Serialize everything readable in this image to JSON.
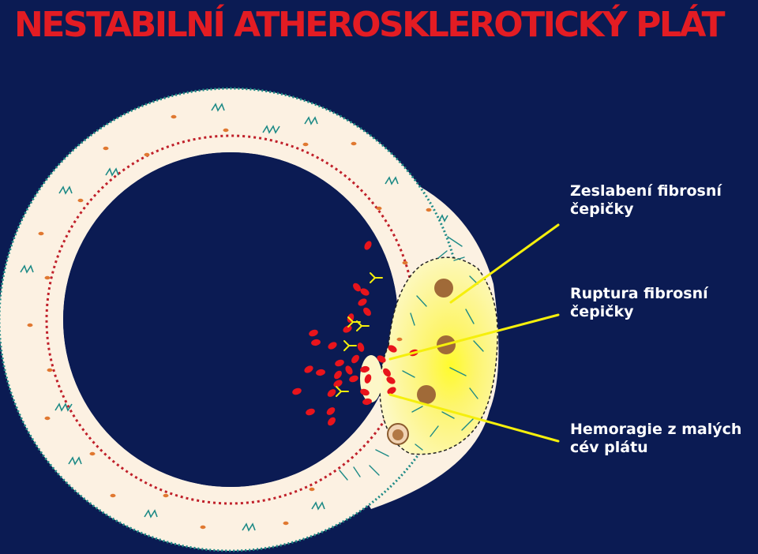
{
  "title": "NESTABILNÍ ATHEROSKLEROTICKÝ PLÁT",
  "labels": [
    {
      "line1": "Zeslabení fibrosní",
      "line2": "čepičky"
    },
    {
      "line1": "Ruptura fibrosní",
      "line2": "čepičky"
    },
    {
      "line1": "Hemoragie z malých",
      "line2": "cév plátu"
    }
  ],
  "colors": {
    "background": "#0b1b53",
    "title": "#e31c23",
    "vessel_wall": "#fcf1e2",
    "plaque": "#fdf69a",
    "pointer": "#f5ef0c",
    "blood_cell": "#e8141c",
    "smooth_muscle": "#1d8a86",
    "foam_cell": "#a06a38"
  }
}
